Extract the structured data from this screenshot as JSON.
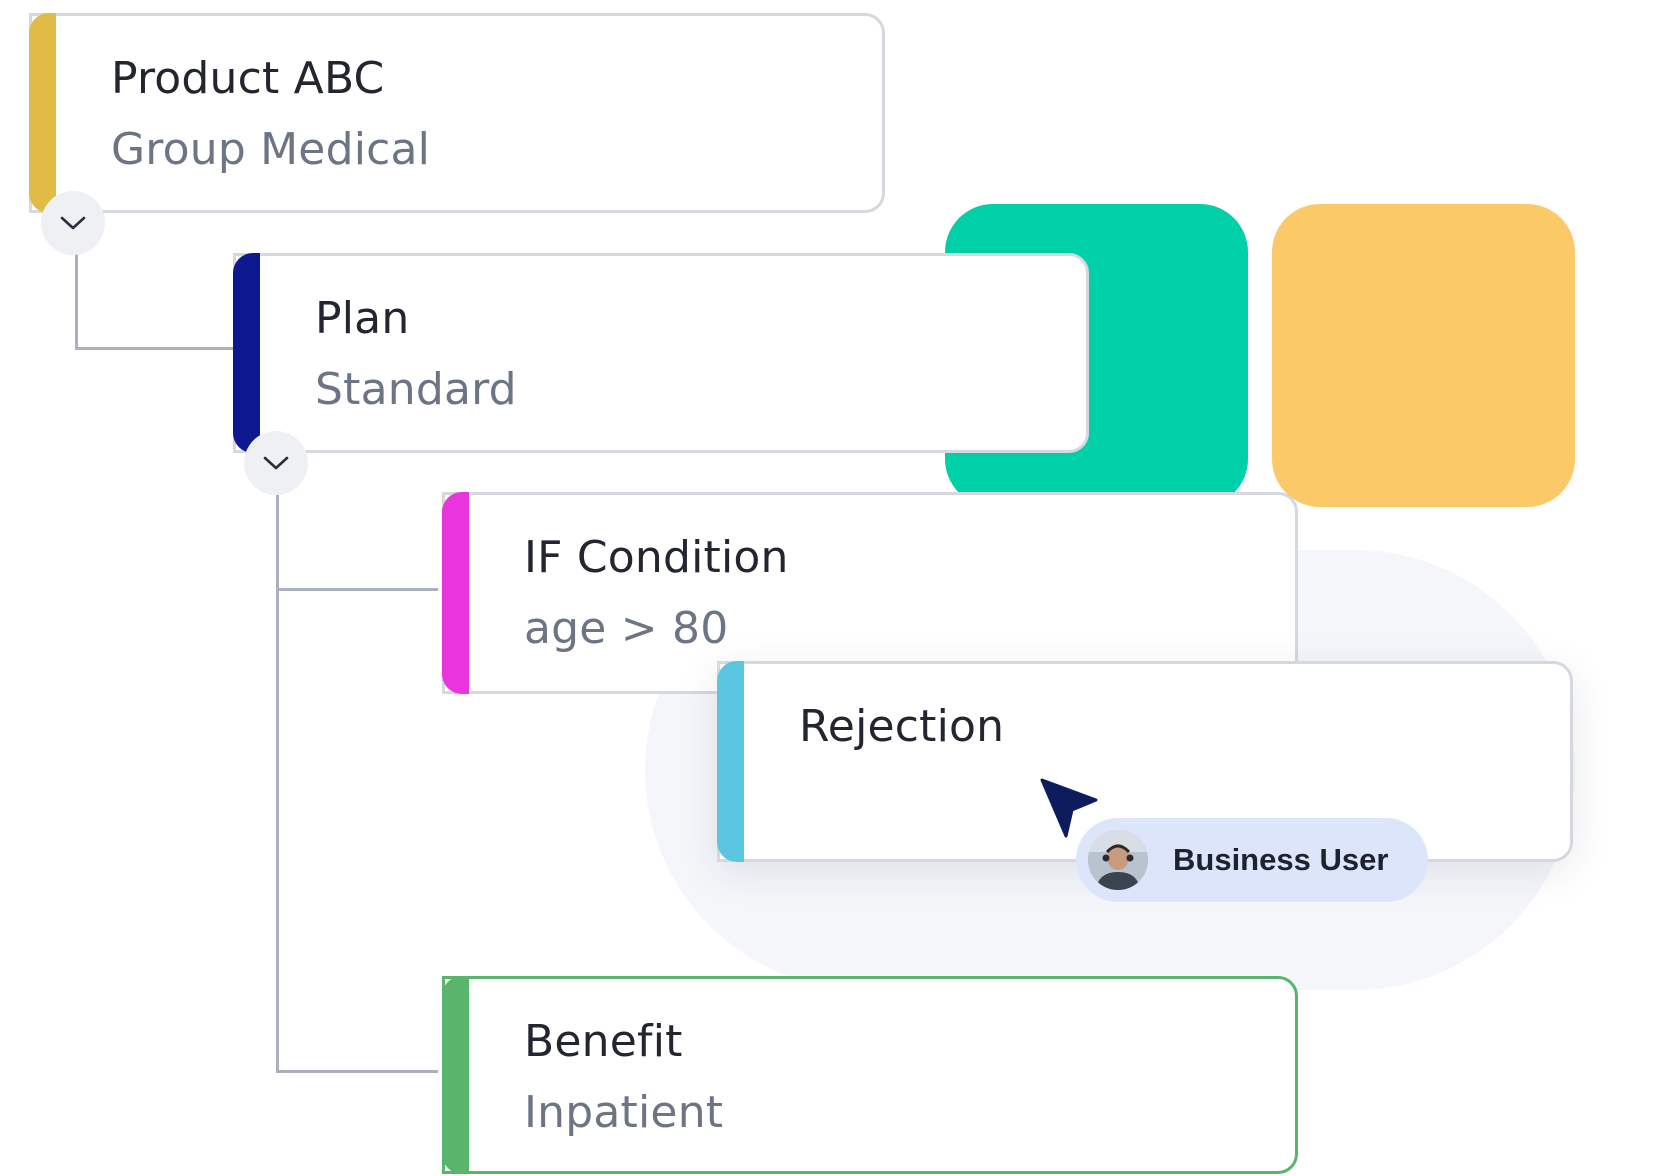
{
  "colors": {
    "product_accent": "#e0bb45",
    "plan_accent": "#0e198f",
    "condition_accent": "#ea35df",
    "rejection_accent": "#5ac6e1",
    "benefit_accent": "#59b46c",
    "deco_green": "#00d0a8",
    "deco_yellow": "#fcc969",
    "cursor": "#0d1c5c"
  },
  "tree": {
    "product": {
      "title": "Product ABC",
      "subtitle": "Group Medical",
      "toggle_icon": "chevron-down-icon"
    },
    "plan": {
      "title": "Plan",
      "subtitle": "Standard",
      "toggle_icon": "chevron-down-icon"
    },
    "condition": {
      "title": "IF Condition",
      "subtitle": "age > 80"
    },
    "rejection": {
      "title": "Rejection"
    },
    "benefit": {
      "title": "Benefit",
      "subtitle": "Inpatient"
    }
  },
  "cursor": {
    "icon": "pointer-cursor-icon"
  },
  "user_chip": {
    "label": "Business User",
    "avatar_icon": "user-avatar"
  }
}
